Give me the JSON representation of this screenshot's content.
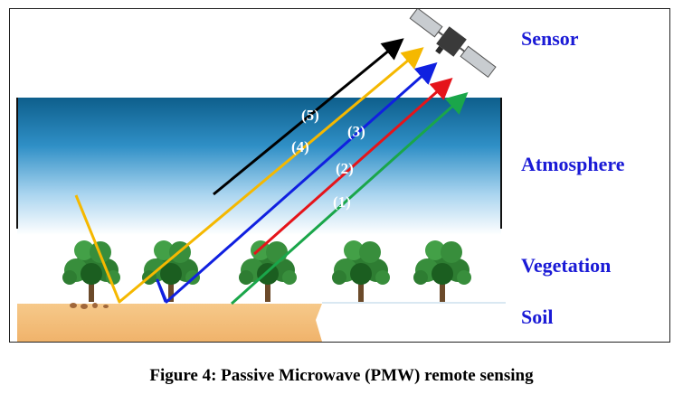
{
  "layers": {
    "sensor": "Sensor",
    "atmosphere": "Atmosphere",
    "vegetation": "Vegetation",
    "soil": "Soil"
  },
  "paths": [
    {
      "label": "(1)",
      "color": "#1aa64a"
    },
    {
      "label": "(2)",
      "color": "#e5141a"
    },
    {
      "label": "(3)",
      "color": "#1020e0"
    },
    {
      "label": "(4)",
      "color": "#f5b800"
    },
    {
      "label": "(5)",
      "color": "#000000"
    }
  ],
  "caption": "Figure 4: Passive Microwave (PMW) remote sensing",
  "icons": [
    "satellite-icon",
    "tree-icon"
  ]
}
